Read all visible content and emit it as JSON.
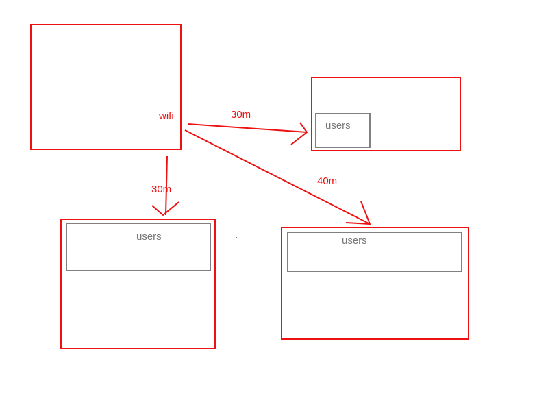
{
  "colors": {
    "link": "#ee1111",
    "user_box": "#808080"
  },
  "router": {
    "label": "wifi"
  },
  "links": [
    {
      "label": "30m"
    },
    {
      "label": "30m"
    },
    {
      "label": "40m"
    }
  ],
  "nodes": [
    {
      "label": "users"
    },
    {
      "label": "users"
    },
    {
      "label": "users"
    }
  ]
}
